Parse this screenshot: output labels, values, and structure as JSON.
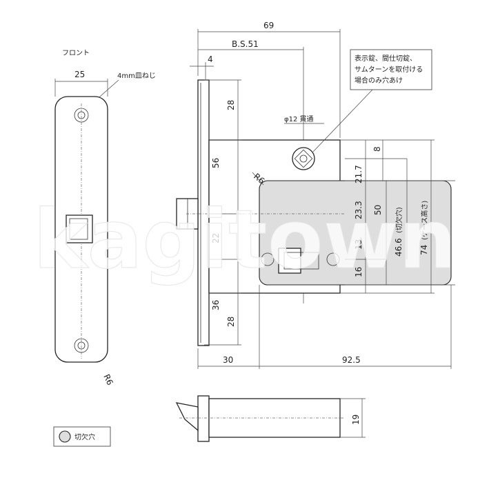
{
  "labels": {
    "front": "フロント",
    "screw": "4mm皿ねじ",
    "through": "φ12 貫通",
    "note_line1": "表示錠、間仕切錠、",
    "note_line2": "サムターンを取付ける",
    "note_line3": "場合のみ穴あけ",
    "legend": "切欠穴",
    "watermark": "kagitown"
  },
  "dimensions": {
    "d69": "69",
    "bs51": "B.S.51",
    "d4": "4",
    "d25": "25",
    "d28a": "28",
    "d56": "56",
    "d22": "22",
    "d36": "36",
    "d28b": "28",
    "d8": "8",
    "d21_7": "21.7",
    "d23_3": "23.3",
    "d13": "13",
    "d16": "16",
    "d50": "50",
    "d46_6": "46.6",
    "d46_6_note": "(切欠穴)",
    "d74": "74",
    "d74_note": "(ケース高さ)",
    "r6a": "R6",
    "r6b": "R6",
    "d30": "30",
    "d92_5": "92.5",
    "d19": "19"
  },
  "colors": {
    "line": "#222222",
    "cutout_fill": "#dedede",
    "watermark": "#ffffff"
  }
}
